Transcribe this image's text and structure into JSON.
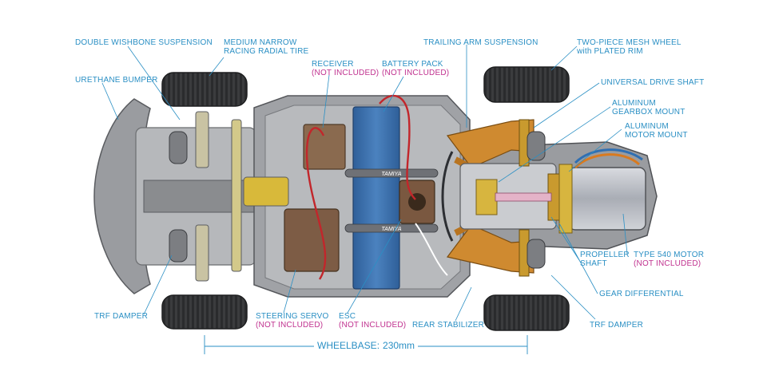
{
  "labels": {
    "double_wishbone": "DOUBLE WISHBONE SUSPENSION",
    "radial_tire_1": "MEDIUM NARROW",
    "radial_tire_2": "RACING RADIAL TIRE",
    "urethane_bumper": "URETHANE BUMPER",
    "receiver": "RECEIVER",
    "battery_pack": "BATTERY PACK",
    "not_included": "(NOT INCLUDED)",
    "trailing_arm": "TRAILING ARM SUSPENSION",
    "mesh_wheel_1": "TWO-PIECE MESH WHEEL",
    "mesh_wheel_2": "with PLATED RIM",
    "universal_shaft": "UNIVERSAL DRIVE SHAFT",
    "gearbox_mount_1": "ALUMINUM",
    "gearbox_mount_2": "GEARBOX MOUNT",
    "motor_mount_1": "ALUMINUM",
    "motor_mount_2": "MOTOR MOUNT",
    "propeller_1": "PROPELLER",
    "propeller_2": "SHAFT",
    "motor_540": "TYPE 540 MOTOR",
    "gear_diff": "GEAR DIFFERENTIAL",
    "trf_damper_front": "TRF DAMPER",
    "steering_servo": "STEERING SERVO",
    "esc": "ESC",
    "rear_stabilizer": "REAR STABILIZER",
    "trf_damper_rear": "TRF DAMPER"
  },
  "wheelbase": {
    "label": "WHEELBASE:",
    "value": "230mm"
  },
  "brand_mark": "TAMIYA",
  "colors": {
    "label_blue": "#2a8fc4",
    "not_included_magenta": "#c0318f",
    "chassis_gray": "#8a8c8f",
    "battery_blue": "#3f73ad",
    "gold_parts": "#c89a2e",
    "orange_arms": "#c8822a",
    "tire_dark": "#3a3a3a"
  }
}
